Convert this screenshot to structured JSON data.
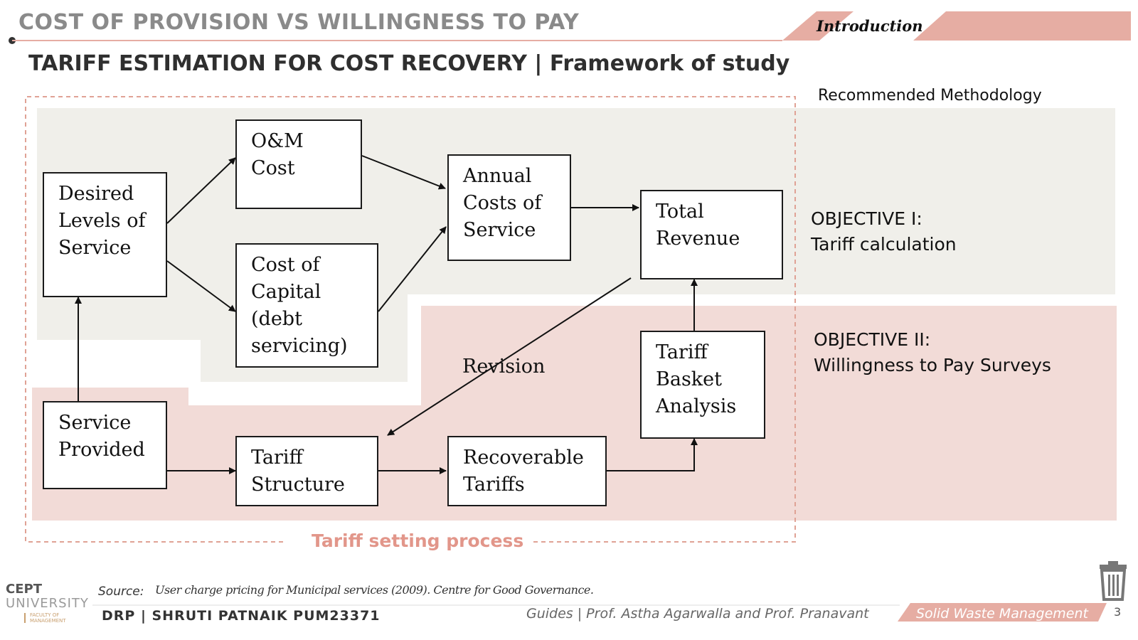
{
  "header": {
    "title": "COST OF PROVISION VS WILLINGNESS TO PAY",
    "section": "Introduction",
    "subtitle": "TARIFF ESTIMATION FOR COST RECOVERY | Framework of study"
  },
  "diagram": {
    "nodes": {
      "desired_levels": "Desired\nLevels of\nService",
      "om_cost": "O&M\nCost",
      "cost_of_capital": "Cost of\nCapital\n(debt\nservicing)",
      "annual_costs": "Annual\nCosts of\nService",
      "total_revenue": "Total\nRevenue",
      "tariff_basket": "Tariff\nBasket\nAnalysis",
      "service_provided": "Service\nProvided",
      "tariff_structure": "Tariff\nStructure",
      "recoverable_tariffs": "Recoverable\nTariffs"
    },
    "revision_label": "Revision",
    "process_label": "Tariff setting process"
  },
  "side_panel": {
    "methodology_heading": "Recommended Methodology",
    "objective1": "OBJECTIVE I:\nTariff calculation",
    "objective2": "OBJECTIVE II:\nWillingness to Pay Surveys"
  },
  "footer": {
    "source_prefix": "Source:",
    "source_text": "User charge pricing for Municipal services (2009). Centre for Good Governance.",
    "author": "DRP | SHRUTI PATNAIK PUM23371",
    "guides": "Guides | Prof. Astha Agarwalla and Prof. Pranavant",
    "course": "Solid Waste Management",
    "page_number": "3",
    "logo": {
      "line1": "CEPT",
      "line2": "UNIVERSITY",
      "line3": "FACULTY OF MANAGEMENT"
    }
  },
  "colors": {
    "pink_band": "#f2dbd7",
    "grey_band": "#f0efea",
    "accent": "#e6ada3",
    "dashed_border": "#e0a295"
  }
}
